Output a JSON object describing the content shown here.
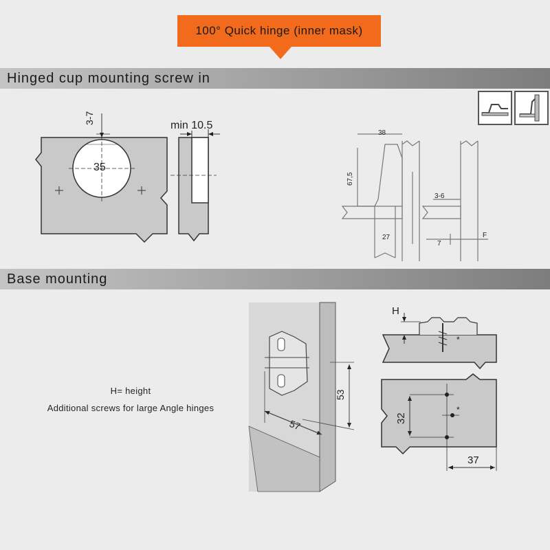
{
  "banner": {
    "title": "100° Quick hinge (inner mask)"
  },
  "sections": {
    "cup": {
      "title": "Hinged cup mounting screw in"
    },
    "base": {
      "title": "Base mounting"
    }
  },
  "notes": {
    "height": "H= height",
    "screws": "Additional screws for large Angle hinges"
  },
  "cup_dims": {
    "edge": "3-7",
    "hole": "35",
    "depth": "min 10.5"
  },
  "side_dims": {
    "width": "38",
    "height": "67,5",
    "arm": "27",
    "gap": "3-6",
    "seven": "7",
    "f": "F"
  },
  "base_dims": {
    "h": "H",
    "d53": "53",
    "d57": "57",
    "d32": "32",
    "d37": "37",
    "star": "*"
  },
  "icons": [
    "hinge-closed-icon",
    "hinge-open-icon"
  ]
}
